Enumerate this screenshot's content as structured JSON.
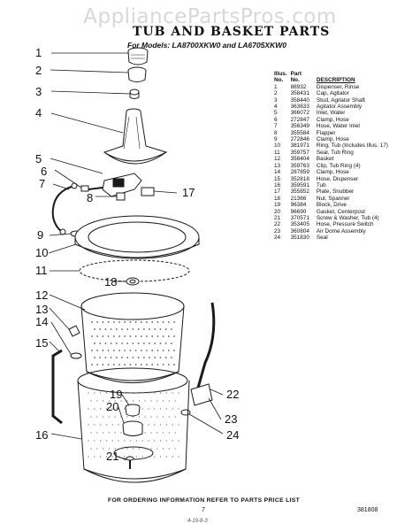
{
  "watermark": "AppliancePartsPros.com",
  "title": "TUB AND BASKET PARTS",
  "subtitle": "For Models: LA8700XKW0 and LA6705XKW0",
  "table": {
    "headers": {
      "illus": "Illus.\nNo.",
      "part": "Part\nNo.",
      "desc": "DESCRIPTION"
    },
    "rows": [
      [
        "1",
        "88932",
        "Dispenser, Rinse"
      ],
      [
        "2",
        "358431",
        "Cap, Agitator"
      ],
      [
        "3",
        "358440",
        "Stud, Agitator Shaft"
      ],
      [
        "4",
        "363633",
        "Agitator Assembly"
      ],
      [
        "5",
        "366072",
        "Inlet, Water"
      ],
      [
        "6",
        "272847",
        "Clamp, Hose"
      ],
      [
        "7",
        "356349",
        "Hose, Water Inlet"
      ],
      [
        "8",
        "355584",
        "Flapper"
      ],
      [
        "9",
        "272846",
        "Clamp, Hose"
      ],
      [
        "10",
        "381971",
        "Ring, Tub (Includes Illus. 17)"
      ],
      [
        "11",
        "359757",
        "Seal, Tub Ring"
      ],
      [
        "12",
        "358404",
        "Basket"
      ],
      [
        "13",
        "359763",
        "Clip, Tub Ring (4)"
      ],
      [
        "14",
        "287859",
        "Clamp, Hose"
      ],
      [
        "15",
        "352818",
        "Hose, Dispenser"
      ],
      [
        "16",
        "359591",
        "Tub"
      ],
      [
        "17",
        "355852",
        "Plate, Snubber"
      ],
      [
        "18",
        "21366",
        "Nut, Spanner"
      ],
      [
        "19",
        "96384",
        "Block, Drive"
      ],
      [
        "20",
        "96690",
        "Gasket, Centerpost"
      ],
      [
        "21",
        "370571",
        "Screw & Washer, Tub (4)"
      ],
      [
        "22",
        "353405",
        "Hose, Pressure Switch"
      ],
      [
        "23",
        "360804",
        "Air Dome Assembly"
      ],
      [
        "24",
        "351830",
        "Seal"
      ]
    ]
  },
  "callouts": [
    "1",
    "2",
    "3",
    "4",
    "5",
    "6",
    "7",
    "8",
    "9",
    "10",
    "11",
    "12",
    "13",
    "14",
    "15",
    "16",
    "17",
    "18",
    "19",
    "20",
    "21",
    "22",
    "23",
    "24"
  ],
  "footer": "FOR ORDERING INFORMATION REFER TO PARTS PRICE LIST",
  "page_number": "7",
  "doc_number": "381808",
  "scribble": "4-19-8-3"
}
